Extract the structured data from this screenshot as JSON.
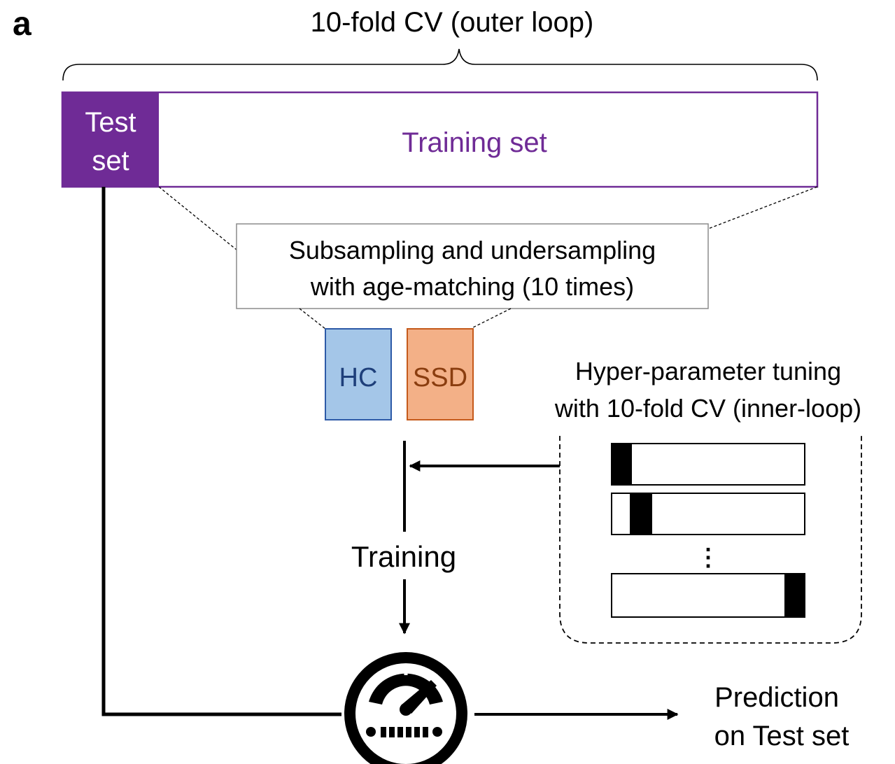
{
  "panel": {
    "label": "a"
  },
  "outer_loop": {
    "title": "10-fold CV (outer loop)"
  },
  "test_set": {
    "line1": "Test",
    "line2": "set",
    "color": "#6f2b96"
  },
  "training_set": {
    "label": "Training set",
    "color": "#6f2b96"
  },
  "sampling": {
    "line1": "Subsampling and undersampling",
    "line2": "with age-matching (10 times)"
  },
  "groups": {
    "hc": {
      "label": "HC",
      "fill": "#a4c6e8",
      "border": "#2d5aa7",
      "text_color": "#1e3f7a"
    },
    "ssd": {
      "label": "SSD",
      "fill": "#f3b087",
      "border": "#c55a1b",
      "text_color": "#8a3d0f"
    }
  },
  "tuning": {
    "line1": "Hyper-parameter tuning",
    "line2": "with 10-fold CV (inner-loop)",
    "ellipsis": "⋮"
  },
  "training": {
    "label": "Training"
  },
  "model": {
    "icon": "speedometer-icon"
  },
  "prediction": {
    "line1": "Prediction",
    "line2": "on Test set"
  }
}
